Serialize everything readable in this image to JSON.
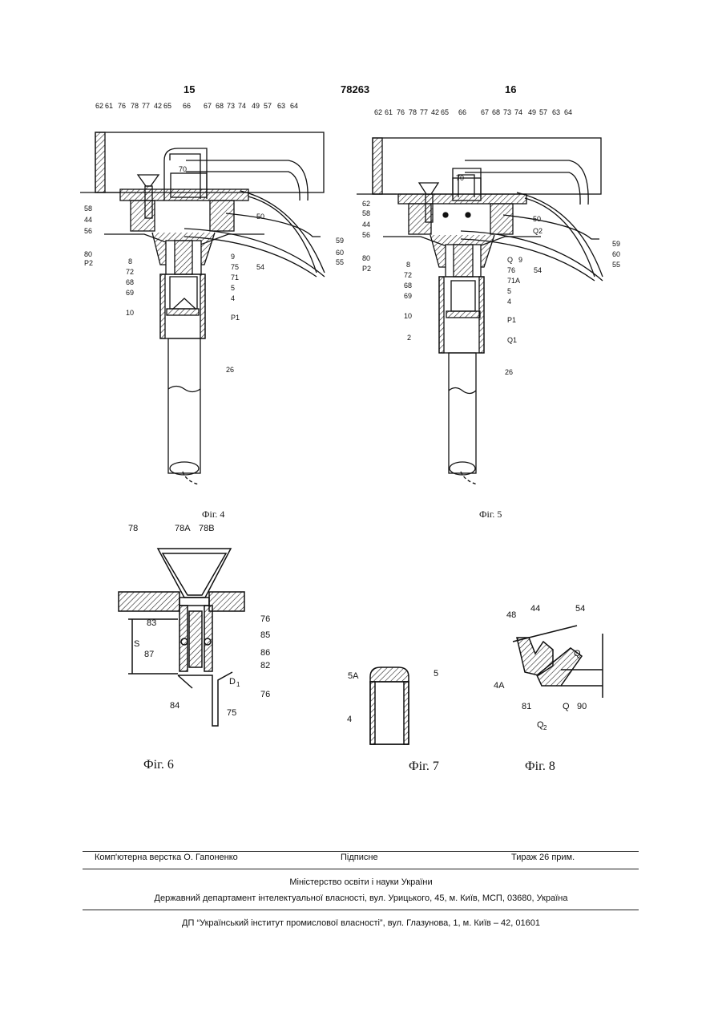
{
  "header": {
    "page_left": "15",
    "patent_number": "78263",
    "page_right": "16"
  },
  "figures": {
    "fig4": {
      "caption": "Фіг. 4",
      "labels_top": [
        "62",
        "61",
        "76",
        "78",
        "77",
        "42",
        "65",
        "66",
        "67",
        "68",
        "73",
        "74",
        "49",
        "57",
        "63",
        "64"
      ],
      "labels_left": [
        "58",
        "44",
        "56",
        "80",
        "P2",
        "8",
        "72",
        "68",
        "69",
        "10"
      ],
      "labels_right": [
        "50",
        "59",
        "60",
        "55",
        "54",
        "9",
        "75",
        "71",
        "5",
        "4",
        "P1",
        "26"
      ],
      "label_70": "70"
    },
    "fig5": {
      "caption": "Фіг. 5",
      "labels_top": [
        "62",
        "61",
        "76",
        "78",
        "77",
        "42",
        "65",
        "66",
        "67",
        "68",
        "73",
        "74",
        "49",
        "57",
        "63",
        "64"
      ],
      "labels_left": [
        "62",
        "58",
        "44",
        "56",
        "80",
        "P2",
        "8",
        "72",
        "68",
        "69",
        "10",
        "2"
      ],
      "labels_right": [
        "50",
        "Q2",
        "59",
        "60",
        "55",
        "Q",
        "9",
        "76",
        "54",
        "71A",
        "5",
        "4",
        "P1",
        "Q1",
        "26"
      ],
      "label_70": "70"
    },
    "fig6": {
      "caption": "Фіг. 6",
      "labels": {
        "l78": "78",
        "l78a": "78A",
        "l78b": "78B",
        "l76a": "76",
        "l83": "83",
        "l85": "85",
        "lS": "S",
        "l87": "87",
        "l86": "86",
        "l82": "82",
        "lD1": "D",
        "lD1sub": "1",
        "l76b": "76",
        "l84": "84",
        "l75": "75"
      }
    },
    "fig7": {
      "caption": "Фіг. 7",
      "labels": {
        "l5a": "5A",
        "l5": "5",
        "l4": "4"
      }
    },
    "fig8": {
      "caption": "Фіг. 8",
      "labels": {
        "l48": "48",
        "l44": "44",
        "l54": "54",
        "lQa": "Q",
        "l4a": "4A",
        "l81": "81",
        "lQb": "Q",
        "l90": "90",
        "lQ2": "Q",
        "lQ2sub": "2"
      }
    }
  },
  "footer": {
    "layout": "Комп'ютерна верстка О. Гапоненко",
    "signed": "Підписне",
    "circulation": "Тираж 26 прим.",
    "ministry": "Міністерство освіти і науки України",
    "department": "Державний департамент інтелектуальної власності, вул. Урицького, 45, м. Київ, МСП, 03680, Україна",
    "institute": "ДП “Український інститут промислової власності”, вул. Глазунова, 1, м. Київ – 42, 01601"
  }
}
